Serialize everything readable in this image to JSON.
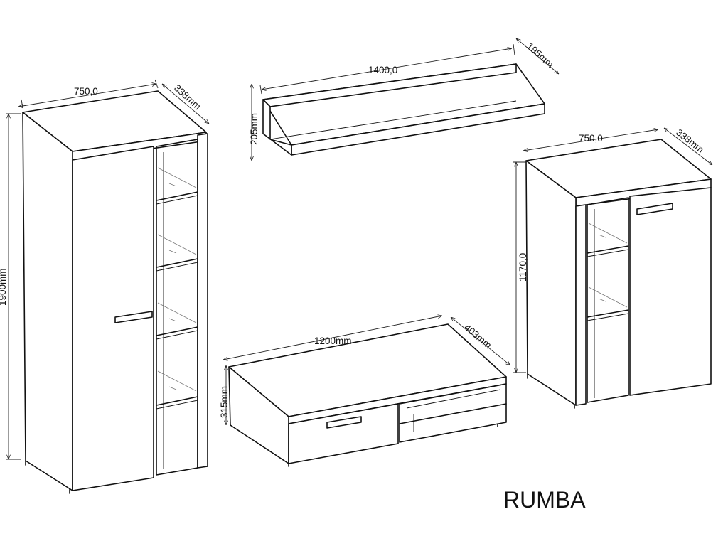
{
  "product_name": "RUMBA",
  "tall_cabinet": {
    "width_label": "750,0",
    "depth_label": "338mm",
    "height_label": "1900mm"
  },
  "wall_shelf": {
    "width_label": "1400,0",
    "depth_label": "195mm",
    "height_label": "205mm"
  },
  "tv_stand": {
    "width_label": "1200mm",
    "depth_label": "403mm",
    "height_label": "315mm"
  },
  "low_cabinet": {
    "width_label": "750,0",
    "depth_label": "338mm",
    "height_label": "1170,0"
  }
}
